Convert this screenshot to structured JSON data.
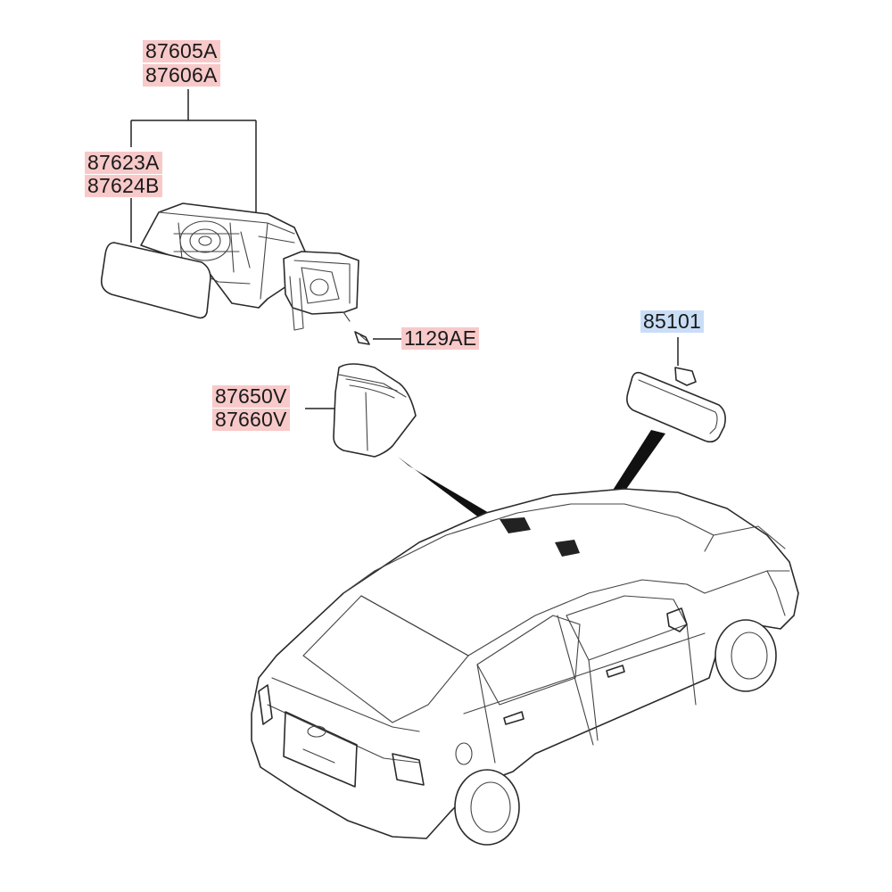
{
  "labels": {
    "mirror_assy_lh": "87605A",
    "mirror_assy_rh": "87606A",
    "mirror_glass_lh": "87623A",
    "mirror_glass_rh": "87624B",
    "screw": "1129AE",
    "cover_lh": "87650V",
    "cover_rh": "87660V",
    "inside_mirror": "85101"
  },
  "colors": {
    "outside_mirror_label_bg": "#f8c9c9",
    "inside_mirror_label_bg": "#c9def6",
    "line": "#2a2a2a"
  }
}
